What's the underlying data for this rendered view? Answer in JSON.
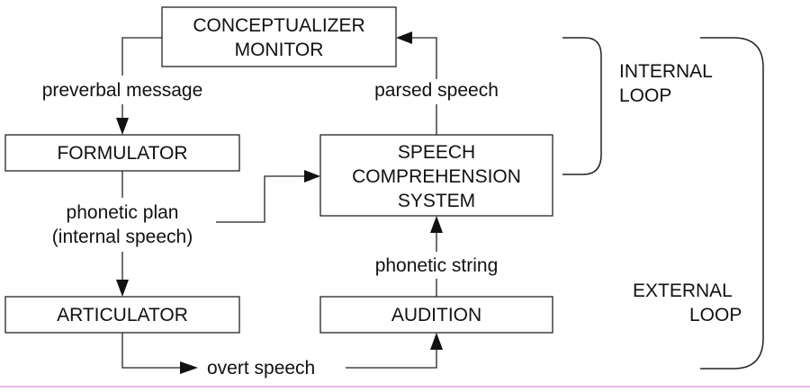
{
  "boxes": {
    "conceptualizer": [
      "CONCEPTUALIZER",
      "MONITOR"
    ],
    "formulator": [
      "FORMULATOR"
    ],
    "articulator": [
      "ARTICULATOR"
    ],
    "speech_comprehension": [
      "SPEECH",
      "COMPREHENSION",
      "SYSTEM"
    ],
    "audition": [
      "AUDITION"
    ]
  },
  "edge_labels": {
    "preverbal_message": "preverbal message",
    "phonetic_plan": [
      "phonetic plan",
      "(internal speech)"
    ],
    "overt_speech": "overt speech",
    "phonetic_string": "phonetic string",
    "parsed_speech": "parsed speech"
  },
  "loops": {
    "internal": [
      "INTERNAL",
      "LOOP"
    ],
    "external": [
      "EXTERNAL",
      "LOOP"
    ]
  },
  "colors": {
    "line": "#222222",
    "bottom_border": "#d66fd6"
  }
}
